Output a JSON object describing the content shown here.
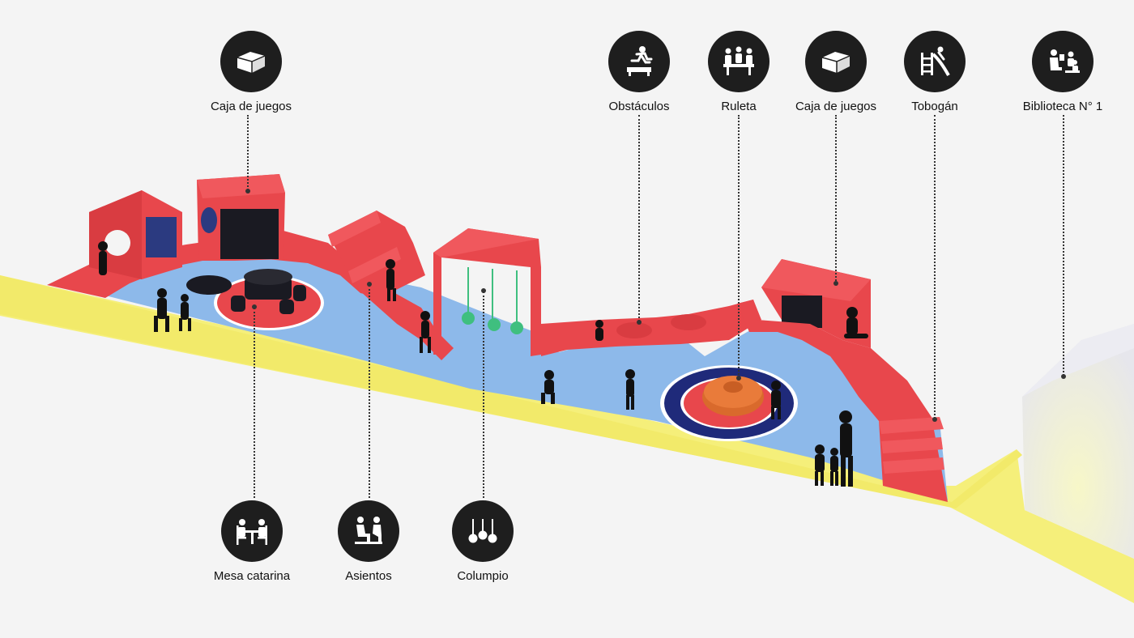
{
  "colors": {
    "background": "#f4f4f4",
    "path": "#f5ef7a",
    "floor": "#8db9ea",
    "structure": "#e8474c",
    "structure_dark": "#c9363b",
    "ring_navy": "#1f2a7a",
    "turntable": "#e97b3a",
    "swing_ball": "#3fbf7f",
    "building": "#e8e8ee",
    "icon_bg": "#1e1e1e"
  },
  "labels_top": [
    {
      "id": "caja-1",
      "text": "Caja de juegos",
      "icon": "box-icon"
    },
    {
      "id": "obstaculos",
      "text": "Obstáculos",
      "icon": "obstacle-jump-icon"
    },
    {
      "id": "ruleta",
      "text": "Ruleta",
      "icon": "people-table-icon"
    },
    {
      "id": "caja-2",
      "text": "Caja de juegos",
      "icon": "box-icon"
    },
    {
      "id": "tobogan",
      "text": "Tobogán",
      "icon": "slide-icon"
    },
    {
      "id": "biblioteca",
      "text": "Biblioteca N° 1",
      "icon": "reading-people-icon"
    }
  ],
  "labels_bottom": [
    {
      "id": "mesa",
      "text": "Mesa catarina",
      "icon": "table-chairs-icon"
    },
    {
      "id": "asientos",
      "text": "Asientos",
      "icon": "seated-people-icon"
    },
    {
      "id": "columpio",
      "text": "Columpio",
      "icon": "swing-balls-icon"
    }
  ]
}
